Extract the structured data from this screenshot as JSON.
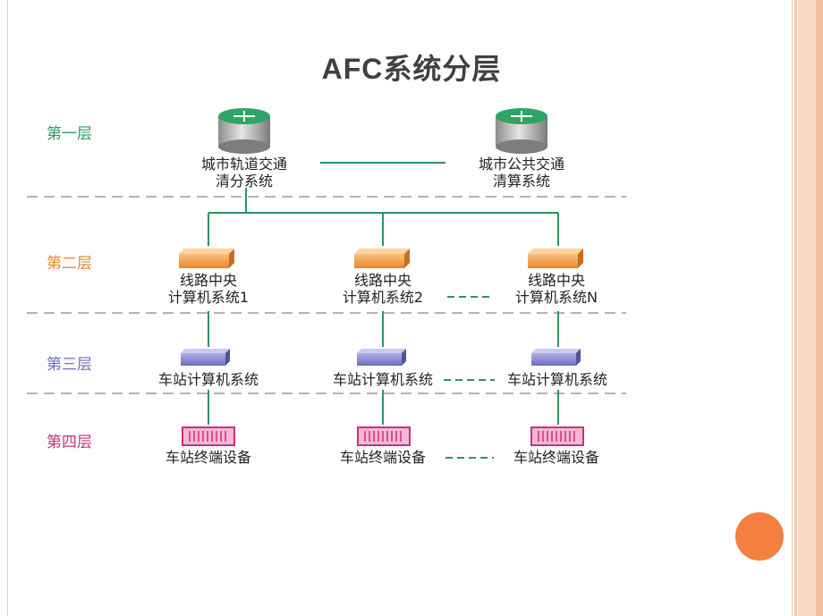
{
  "title": "AFC系统分层",
  "layers": [
    {
      "label": "第一层",
      "color": "#2f9a64"
    },
    {
      "label": "第二层",
      "color": "#e6892a"
    },
    {
      "label": "第三层",
      "color": "#6e6fb8"
    },
    {
      "label": "第四层",
      "color": "#c8327a"
    }
  ],
  "layer1": {
    "left_line1": "城市轨道交通",
    "left_line2": "清分系统",
    "right_line1": "城市公共交通",
    "right_line2": "清算系统"
  },
  "layer2": [
    {
      "line1": "线路中央",
      "line2": "计算机系统1"
    },
    {
      "line1": "线路中央",
      "line2": "计算机系统2"
    },
    {
      "line1": "线路中央",
      "line2": "计算机系统N"
    }
  ],
  "layer3": [
    "车站计算机系统",
    "车站计算机系统",
    "车站计算机系统"
  ],
  "layer4": [
    "车站终端设备",
    "车站终端设备",
    "车站终端设备"
  ],
  "colors": {
    "line": "#2e9462",
    "dashed_separator": "#b3b3b3",
    "orange_box": "#f3a25a",
    "purple_box": "#8a87cf",
    "pink_box": "#d9478b",
    "accent_circle": "#f47f3e"
  },
  "icons": [
    "router-icon",
    "server-box-icon",
    "station-box-icon",
    "terminal-device-icon"
  ]
}
